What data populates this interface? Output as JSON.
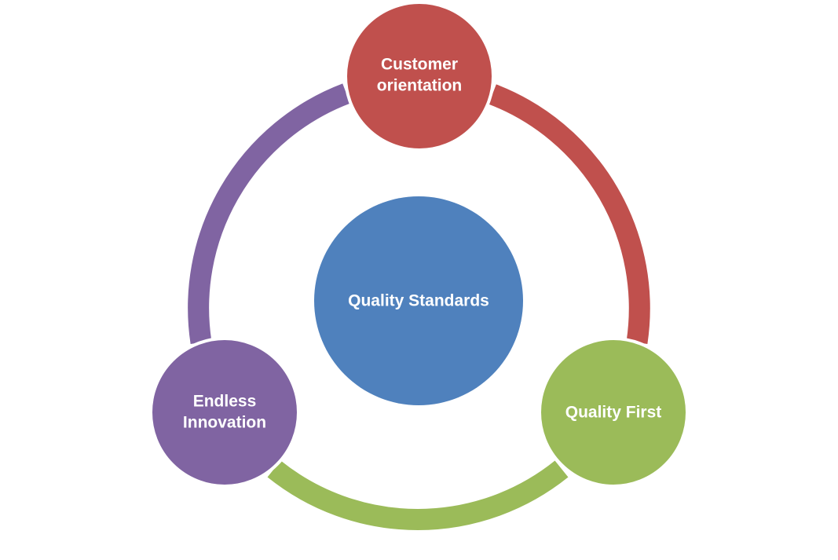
{
  "center": {
    "label": "Quality Standards",
    "color": "#4F81BD"
  },
  "nodes": [
    {
      "id": "customer-orientation",
      "lines": [
        "Customer",
        "orientation"
      ],
      "color": "#C0504D"
    },
    {
      "id": "quality-first",
      "lines": [
        "Quality First"
      ],
      "color": "#9BBB59"
    },
    {
      "id": "endless-innovation",
      "lines": [
        "Endless",
        "Innovation"
      ],
      "color": "#8064A2"
    }
  ],
  "background": "#FFFFFF"
}
